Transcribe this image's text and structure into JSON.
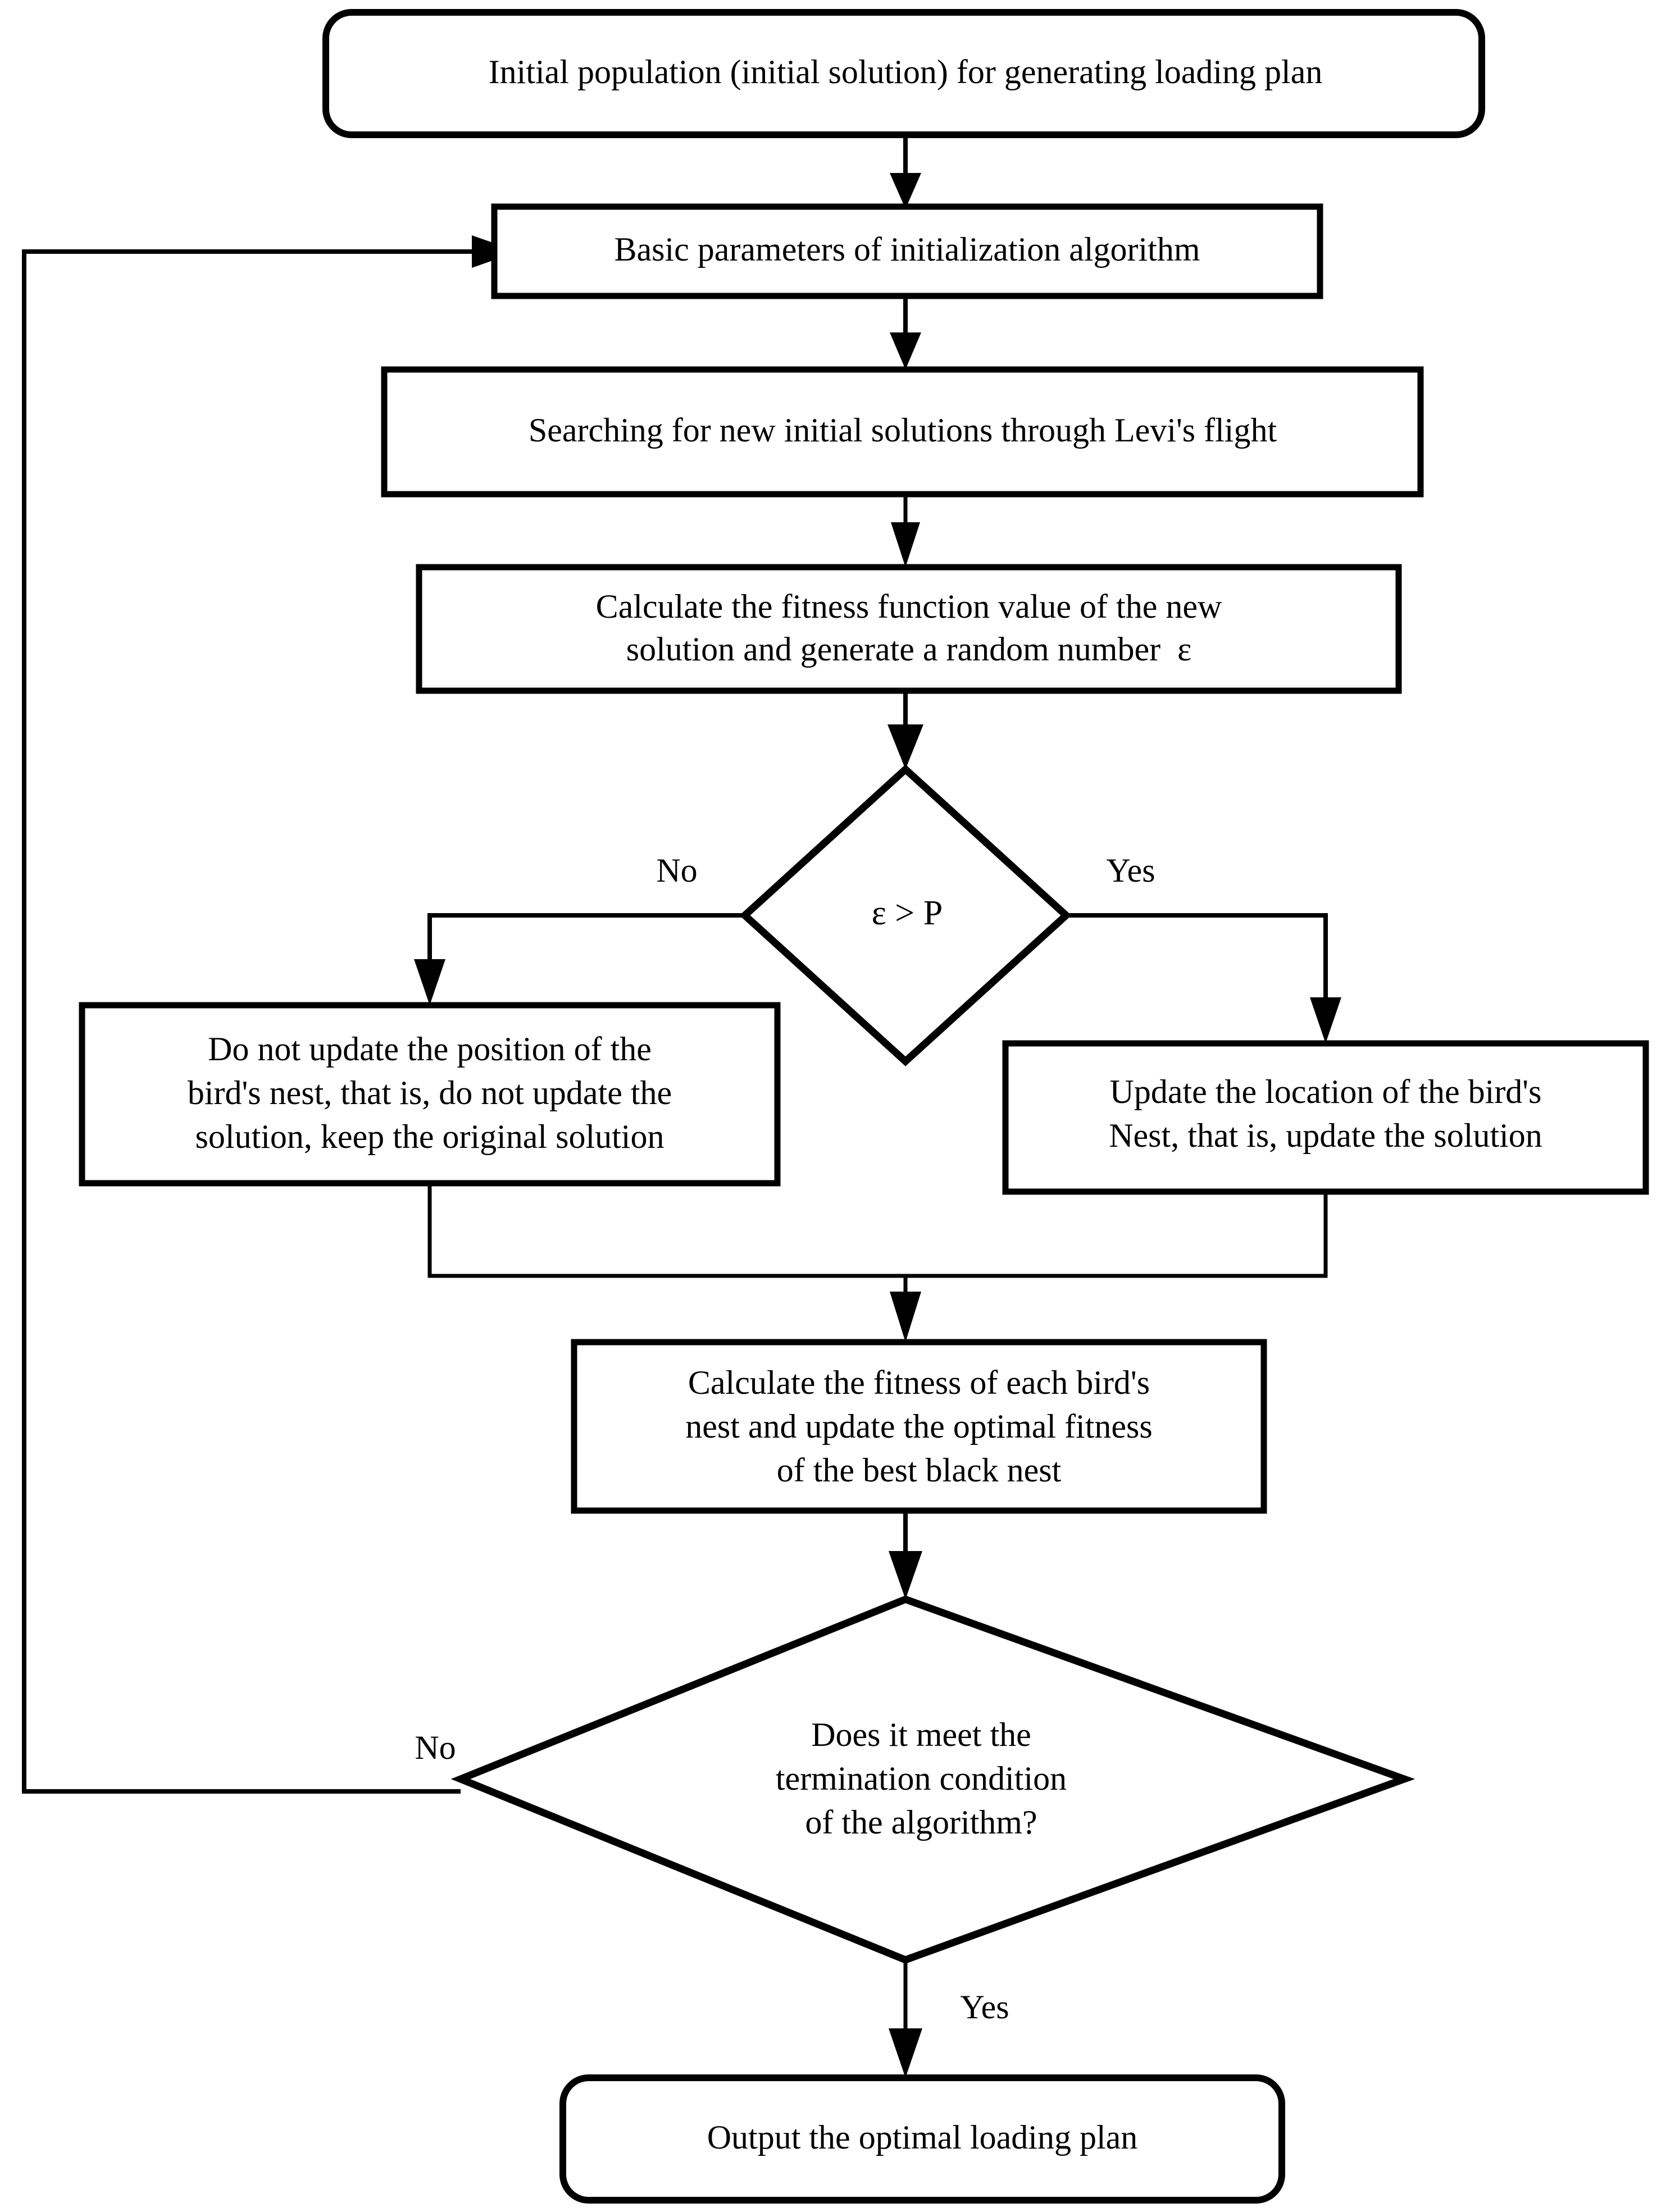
{
  "diagram": {
    "type": "flowchart",
    "title": "Cuckoo search algorithm flowchart for generating loading plan",
    "background_color": "#ffffff",
    "line_color": "#000000",
    "text_color": "#000000"
  },
  "nodes": {
    "start": {
      "shape": "rounded-rectangle",
      "lines": [
        "Initial population (initial solution) for generating loading plan"
      ]
    },
    "init_params": {
      "shape": "rectangle",
      "lines": [
        "Basic parameters of initialization algorithm"
      ]
    },
    "levy_flight": {
      "shape": "rectangle",
      "lines": [
        "Searching for new initial solutions through Levi's flight"
      ]
    },
    "calc_fitness": {
      "shape": "rectangle",
      "lines": [
        "Calculate the fitness function value of the new",
        "solution and generate a random number  ε"
      ]
    },
    "decision_epsilon": {
      "shape": "diamond",
      "lines": [
        "ε > P"
      ]
    },
    "no_update": {
      "shape": "rectangle",
      "lines": [
        "Do not update the position of the",
        "bird's nest, that is, do not update the",
        "solution, keep the original solution"
      ]
    },
    "do_update": {
      "shape": "rectangle",
      "lines": [
        "Update the location of the bird's",
        "Nest, that is, update the solution"
      ]
    },
    "update_best": {
      "shape": "rectangle",
      "lines": [
        "Calculate the fitness of each bird's",
        "nest and update the optimal fitness",
        "of the best black nest"
      ]
    },
    "decision_termination": {
      "shape": "diamond",
      "lines": [
        "Does it meet the",
        "termination condition",
        "of the algorithm?"
      ]
    },
    "output": {
      "shape": "rounded-rectangle",
      "lines": [
        "Output the optimal loading plan"
      ]
    }
  },
  "edge_labels": {
    "epsilon_no": "No",
    "epsilon_yes": "Yes",
    "termination_no": "No",
    "termination_yes": "Yes"
  }
}
